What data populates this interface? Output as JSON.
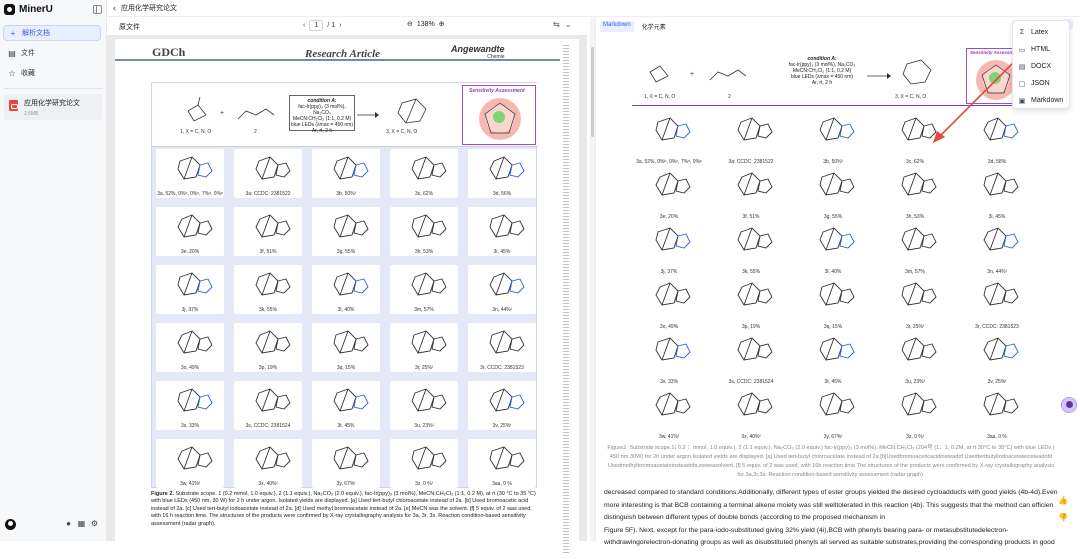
{
  "app": {
    "name": "MinerU"
  },
  "sidebar": {
    "items": [
      {
        "label": "解析文档",
        "icon": "plus-icon",
        "active": true
      },
      {
        "label": "文件",
        "icon": "file-icon",
        "active": false
      },
      {
        "label": "收藏",
        "icon": "star-icon",
        "active": false
      }
    ],
    "file": {
      "name": "应用化学研究论文",
      "size": "2.6MB"
    }
  },
  "header": {
    "title": "应用化学研究论文"
  },
  "viewer": {
    "label": "原文件",
    "page_current": "1",
    "page_sep": "/ 1",
    "zoom": "138%"
  },
  "pdf": {
    "publisher": "GDCh",
    "article_type": "Research Article",
    "journal": "Angewandte",
    "journal_sub": "Chemie",
    "condition_title": "condition A:",
    "condition_lines": [
      "fac-Ir(ppy)₃ (3 mol%), Na₂CO₃",
      "MeCN:CH₂Cl₂ (1:1, 0.2 M)",
      "blue LEDs (λmax = 450 nm)",
      "Ar, rt, 2 h"
    ],
    "sensitivity_title": "Sensitivity Assessment",
    "reactant_labels": [
      "1, X = C, N, O",
      "2",
      "3, X = C, N, O"
    ],
    "compounds": [
      "3a, 52%, 0%ᵇ, 0%ᶜ, 7%ᵈ, 0%ᵉ",
      "3a: CCDC: 2381522",
      "3b, 50%ᶠ",
      "3c, 62%",
      "3d, 56%",
      "3e, 20%",
      "3f, 51%",
      "3g, 55%",
      "3h, 53%",
      "3i, 45%",
      "3j, 37%",
      "3k, 55%",
      "3l, 40%",
      "3m, 57%",
      "3n, 44%ᶠ",
      "3o, 49%",
      "3p, 19%",
      "3q, 15%",
      "3r, 25%ᶠ",
      "3r, CCDC: 2381523",
      "3s, 33%",
      "3s, CCDC: 2381524",
      "3t, 45%",
      "3u, 23%ᶠ",
      "3v, 25%ᶠ",
      "3w, 41%ᶠ",
      "3x, 40%ᶠ",
      "3y, 67%ᶠ",
      "3z, 0 %ᶠ",
      "3aa, 0 %"
    ],
    "caption_lead": "Figure 2.",
    "caption": "Substrate scope. 1 (0.2 mmol, 1.0 equiv.), 2 (1.1 equiv.), Na₂CO₃ (2.0 equiv.), fac-Ir(ppy)₃ (3 mol%), MeCN:CH₂Cl₂ (1:1, 0.2 M), at rt (30 °C to 35 °C) with blue LEDs (450 nm, 30 W) for 2 h under argon. Isolated yields are displayed. [a] Used tert-butyl chloroacetate instead of 2a. [b] Used bromoacetic acid instead of 2a. [c] Used tert-butyl iodoacetate instead of 2a. [d] Used methyl bromoacetate instead of 2a. [e] MeCN was the solvent. [f] 5 equiv. of 2 was used, with 16 h reaction time. The structures of the products were confirmed by X-ray crystallography analysis for 3a, 3r, 3s. Reaction condition-based sensitivity assessment (radar graph)."
  },
  "markdown": {
    "tabs": [
      "Markdown",
      "化学元素"
    ],
    "export_menu": [
      "Latex",
      "HTML",
      "DOCX",
      "JSON",
      "Markdown"
    ],
    "condition_title": "condition A:",
    "condition_lines": [
      "fac-Ir(ppy)₃ (3 mol%), Na₂CO₃",
      "MeCN:CH₂Cl₂ (1:1, 0.2 M)",
      "blue LEDs (λmax = 450 nm)",
      "Ar, rt, 2 h"
    ],
    "reactant_labels": [
      "1, X = C, N, O",
      "2",
      "3, X = C, N, O"
    ],
    "sensitivity_title": "Sensitivity Assessment",
    "compounds": [
      "3a, 52%, 0%ᵇ, 0%ᶜ, 7%ᵈ, 0%ᵉ",
      "3a: CCDC: 2381522",
      "3b, 50%ᶠ",
      "3c, 62%",
      "3d, 58%",
      "3e, 20%",
      "3f, 51%",
      "3g, 55%",
      "3h, 53%",
      "3i, 45%",
      "3j, 37%",
      "3k, 55%",
      "3l, 40%",
      "3m, 57%",
      "3n, 44%ᶠ",
      "3o, 49%",
      "3p, 19%",
      "3q, 15%",
      "3r, 25%ᶠ",
      "3r, CCDC: 2381523",
      "3s, 33%",
      "3s, CCDC: 2381524",
      "3t, 45%",
      "3u, 23%ᶠ",
      "3v, 25%ᶠ",
      "3w, 41%ᶠ",
      "3x, 40%ᶠ",
      "3y, 67%ᶠ",
      "3z, 0 %ᶠ",
      "3aa, 0 %"
    ],
    "caption": "Figure2. Substrate scope.1( 0.2 ：mmol, 1.0 equiv.), 2 (1.1 equiv.), Na₂CO₃ (2.0 equiv.) fac-Ir(ppy)₃ (3 mol%), MeCN:CH₂Cl₂ (204号 (1：1, 0.2M, at rt 30°C to 35°C) with blue LEDs ( 450 nm 30W) for 2h under argon.Isolated yields are displayed. [a] Used tert-butyl chloroacetate instead of 2a [b]Usedbromoaceticacidinsteadof Usedtertbutyliodoacetateinsteadofd Usedmethylbromoacetateinsteadofa,esweasolvent. [f] 5 equiv. of 2 was used, with 16h reaction time.The structures of the products were confirmed by X-ray crystallography analysis for 3a,3r,3s. Reaction condition-based sensitivity assessment (radar graph).",
    "paragraphs": [
      "decreased compared to standard conditions.Additionally, different types of ester groups yielded the desired cycloadducts with good yields (4b-4d).Even more interesting is that BCB containing a terminal alkene moiety was still welltolerated in this reaction (4b). This suggests that the method can efficien distinguish between different types of double bonds (according to the proposed mechanism in",
      "Figure 5F). Next, except for the para-iodo-substituted giving 32% yield (4i),BCB with phenyls bearing para- or metasubstitutedelectron-withdrawingorelectron-donating groups as well as disubstituted phenyls all served as suitable substrates,providing the corresponding products in good"
    ]
  },
  "colors": {
    "accent": "#2f5ce9",
    "scheme_bg": "#e4e8f7",
    "radar_border": "#9b4fc6",
    "arrow": "#e5483f"
  }
}
